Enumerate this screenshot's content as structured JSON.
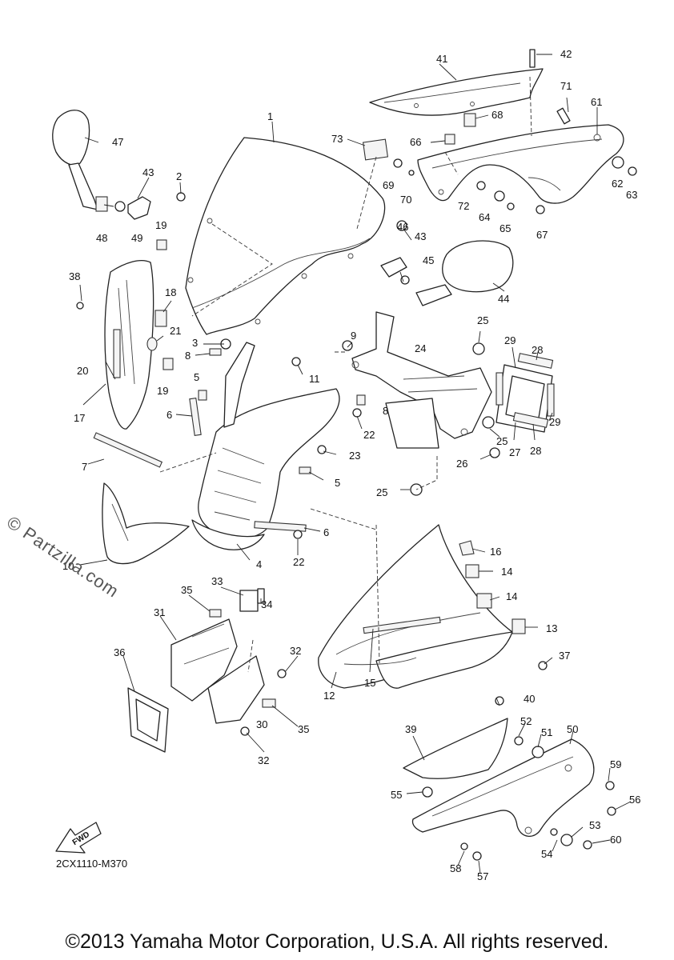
{
  "diagram": {
    "watermark": "© Partzilla.com",
    "drawing_code": "2CX1110-M370",
    "copyright": "©2013 Yamaha Motor Corporation, U.S.A. All rights reserved.",
    "fwd_label": "FWD",
    "callouts": [
      {
        "id": "c1",
        "label": "1"
      },
      {
        "id": "c2",
        "label": "2"
      },
      {
        "id": "c3",
        "label": "3"
      },
      {
        "id": "c4",
        "label": "4"
      },
      {
        "id": "c5a",
        "label": "5"
      },
      {
        "id": "c5b",
        "label": "5"
      },
      {
        "id": "c6a",
        "label": "6"
      },
      {
        "id": "c6b",
        "label": "6"
      },
      {
        "id": "c7",
        "label": "7"
      },
      {
        "id": "c8a",
        "label": "8"
      },
      {
        "id": "c8b",
        "label": "8"
      },
      {
        "id": "c9",
        "label": "9"
      },
      {
        "id": "c10",
        "label": "10"
      },
      {
        "id": "c11",
        "label": "11"
      },
      {
        "id": "c12",
        "label": "12"
      },
      {
        "id": "c13",
        "label": "13"
      },
      {
        "id": "c14a",
        "label": "14"
      },
      {
        "id": "c14b",
        "label": "14"
      },
      {
        "id": "c15",
        "label": "15"
      },
      {
        "id": "c16",
        "label": "16"
      },
      {
        "id": "c17",
        "label": "17"
      },
      {
        "id": "c18",
        "label": "18"
      },
      {
        "id": "c19a",
        "label": "19"
      },
      {
        "id": "c19b",
        "label": "19"
      },
      {
        "id": "c20",
        "label": "20"
      },
      {
        "id": "c21",
        "label": "21"
      },
      {
        "id": "c22a",
        "label": "22"
      },
      {
        "id": "c22b",
        "label": "22"
      },
      {
        "id": "c23",
        "label": "23"
      },
      {
        "id": "c24",
        "label": "24"
      },
      {
        "id": "c25a",
        "label": "25"
      },
      {
        "id": "c25b",
        "label": "25"
      },
      {
        "id": "c25c",
        "label": "25"
      },
      {
        "id": "c26",
        "label": "26"
      },
      {
        "id": "c27",
        "label": "27"
      },
      {
        "id": "c28a",
        "label": "28"
      },
      {
        "id": "c28b",
        "label": "28"
      },
      {
        "id": "c29a",
        "label": "29"
      },
      {
        "id": "c29b",
        "label": "29"
      },
      {
        "id": "c30",
        "label": "30"
      },
      {
        "id": "c31",
        "label": "31"
      },
      {
        "id": "c32a",
        "label": "32"
      },
      {
        "id": "c32b",
        "label": "32"
      },
      {
        "id": "c33",
        "label": "33"
      },
      {
        "id": "c34",
        "label": "34"
      },
      {
        "id": "c35a",
        "label": "35"
      },
      {
        "id": "c35b",
        "label": "35"
      },
      {
        "id": "c36",
        "label": "36"
      },
      {
        "id": "c37",
        "label": "37"
      },
      {
        "id": "c38",
        "label": "38"
      },
      {
        "id": "c39",
        "label": "39"
      },
      {
        "id": "c40",
        "label": "40"
      },
      {
        "id": "c41",
        "label": "41"
      },
      {
        "id": "c42",
        "label": "42"
      },
      {
        "id": "c43a",
        "label": "43"
      },
      {
        "id": "c43b",
        "label": "43"
      },
      {
        "id": "c44",
        "label": "44"
      },
      {
        "id": "c45",
        "label": "45"
      },
      {
        "id": "c46",
        "label": "46"
      },
      {
        "id": "c47",
        "label": "47"
      },
      {
        "id": "c48",
        "label": "48"
      },
      {
        "id": "c49",
        "label": "49"
      },
      {
        "id": "c50",
        "label": "50"
      },
      {
        "id": "c51",
        "label": "51"
      },
      {
        "id": "c52",
        "label": "52"
      },
      {
        "id": "c53",
        "label": "53"
      },
      {
        "id": "c54",
        "label": "54"
      },
      {
        "id": "c55",
        "label": "55"
      },
      {
        "id": "c56",
        "label": "56"
      },
      {
        "id": "c57",
        "label": "57"
      },
      {
        "id": "c58",
        "label": "58"
      },
      {
        "id": "c59",
        "label": "59"
      },
      {
        "id": "c60",
        "label": "60"
      },
      {
        "id": "c61",
        "label": "61"
      },
      {
        "id": "c62",
        "label": "62"
      },
      {
        "id": "c63",
        "label": "63"
      },
      {
        "id": "c64",
        "label": "64"
      },
      {
        "id": "c65",
        "label": "65"
      },
      {
        "id": "c66",
        "label": "66"
      },
      {
        "id": "c67",
        "label": "67"
      },
      {
        "id": "c68",
        "label": "68"
      },
      {
        "id": "c69",
        "label": "69"
      },
      {
        "id": "c70",
        "label": "70"
      },
      {
        "id": "c71",
        "label": "71"
      },
      {
        "id": "c72",
        "label": "72"
      },
      {
        "id": "c73",
        "label": "73"
      }
    ]
  }
}
